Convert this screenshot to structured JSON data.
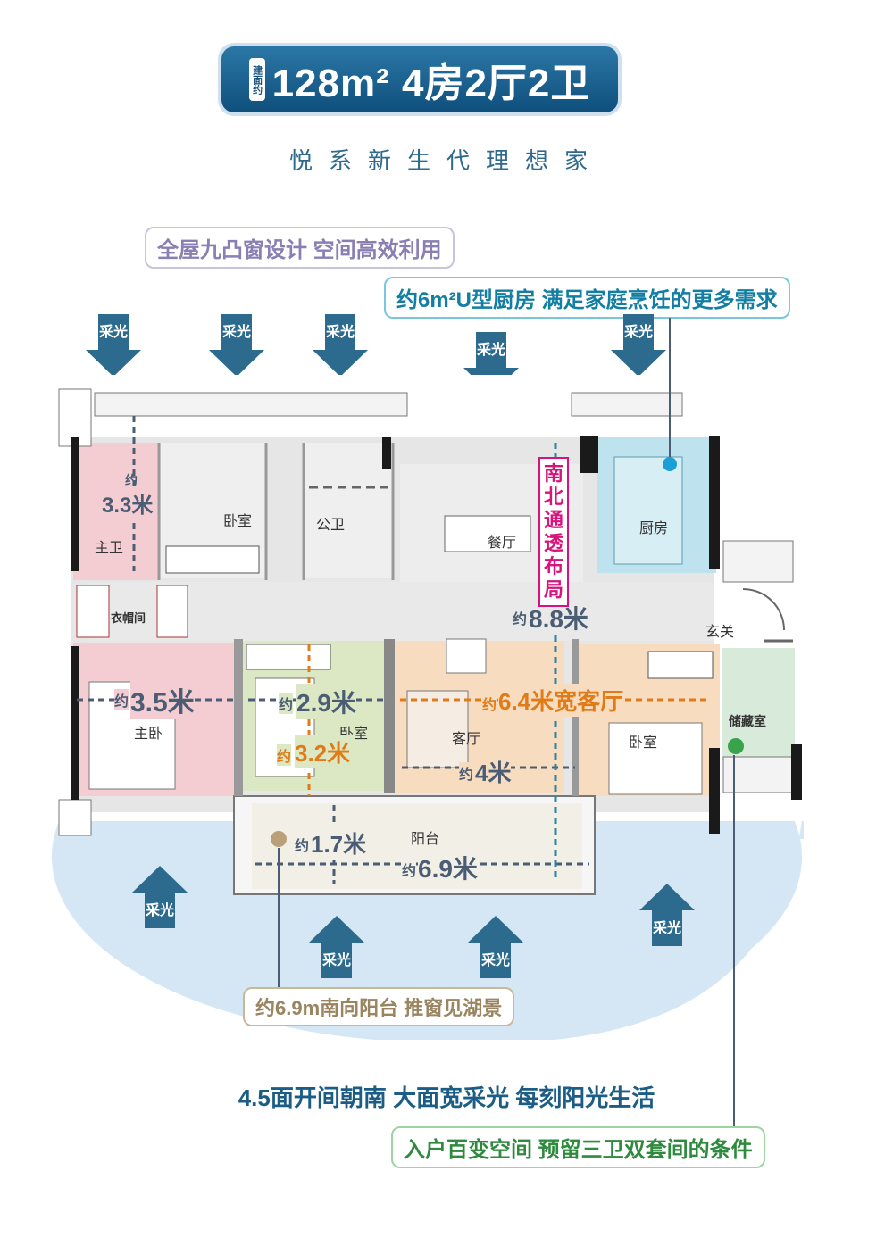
{
  "header": {
    "area_tag": "建面约",
    "title": "128m² 4房2厅2卫",
    "subtitle": "悦系新生代理想家"
  },
  "callouts": {
    "bay_windows": "全屋九凸窗设计  空间高效利用",
    "kitchen": "约6m²U型厨房  满足家庭烹饪的更多需求",
    "balcony": "约6.9m南向阳台 推窗见湖景",
    "tagline": "4.5面开间朝南  大面宽采光  每刻阳光生活",
    "entry": "入户百变空间  预留三卫双套间的条件"
  },
  "light_label": "采光",
  "rooms": {
    "master_bath": "主卫",
    "bedroom_north": "卧室",
    "public_bath": "公卫",
    "dining": "餐厅",
    "kitchen": "厨房",
    "entry": "玄关",
    "cloakroom": "衣帽间",
    "master_bedroom": "主卧",
    "bedroom_mid": "卧室",
    "living": "客厅",
    "bedroom_east": "卧室",
    "storage": "储藏室",
    "balcony": "阳台"
  },
  "dimensions": {
    "master_bath_depth_prefix": "约",
    "master_bath_depth": "3.3米",
    "master_width_prefix": "约",
    "master_width": "3.5米",
    "bedroom_width_prefix": "约",
    "bedroom_width": "2.9米",
    "bedroom_depth_prefix": "约",
    "bedroom_depth": "3.2米",
    "living_width_prefix": "约",
    "living_width": "6.4米宽客厅",
    "living_inner_prefix": "约",
    "living_inner": "4米",
    "balcony_depth_prefix": "约",
    "balcony_depth": "1.7米",
    "balcony_width_prefix": "约",
    "balcony_width": "6.9米",
    "through_prefix": "约",
    "through_depth": "8.8米",
    "through_layout": "南北通透布局"
  },
  "colors": {
    "title_blue": "#16547e",
    "master_pink": "#f4cdd3",
    "bedroom_green": "#dbe8c3",
    "living_orange": "#f8dcc0",
    "kitchen_blue": "#bfe3ee",
    "balcony_blue": "#d5e7f4",
    "highlight_magenta": "#d8137c"
  }
}
